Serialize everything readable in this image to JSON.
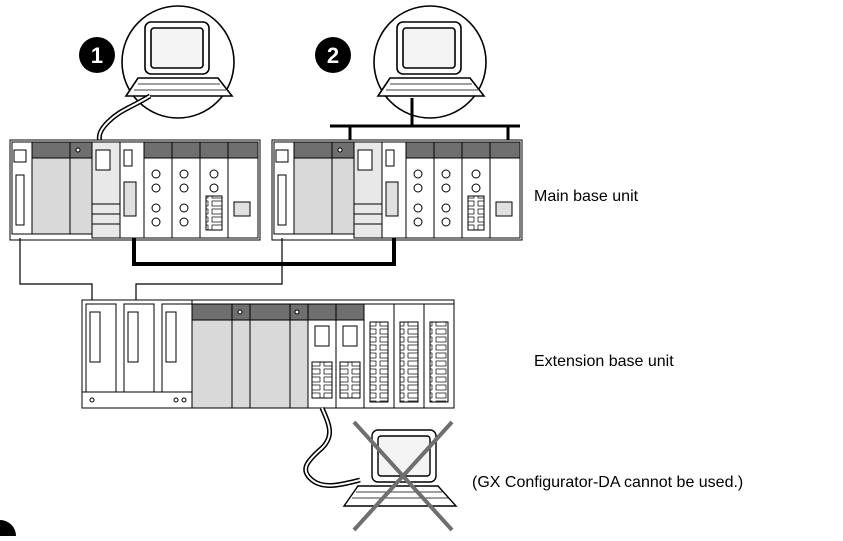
{
  "labels": {
    "main_base": "Main base unit",
    "extension_base": "Extension base unit",
    "note": "(GX Configurator-DA cannot be used.)"
  },
  "badges": {
    "first": "1",
    "second": "2"
  }
}
